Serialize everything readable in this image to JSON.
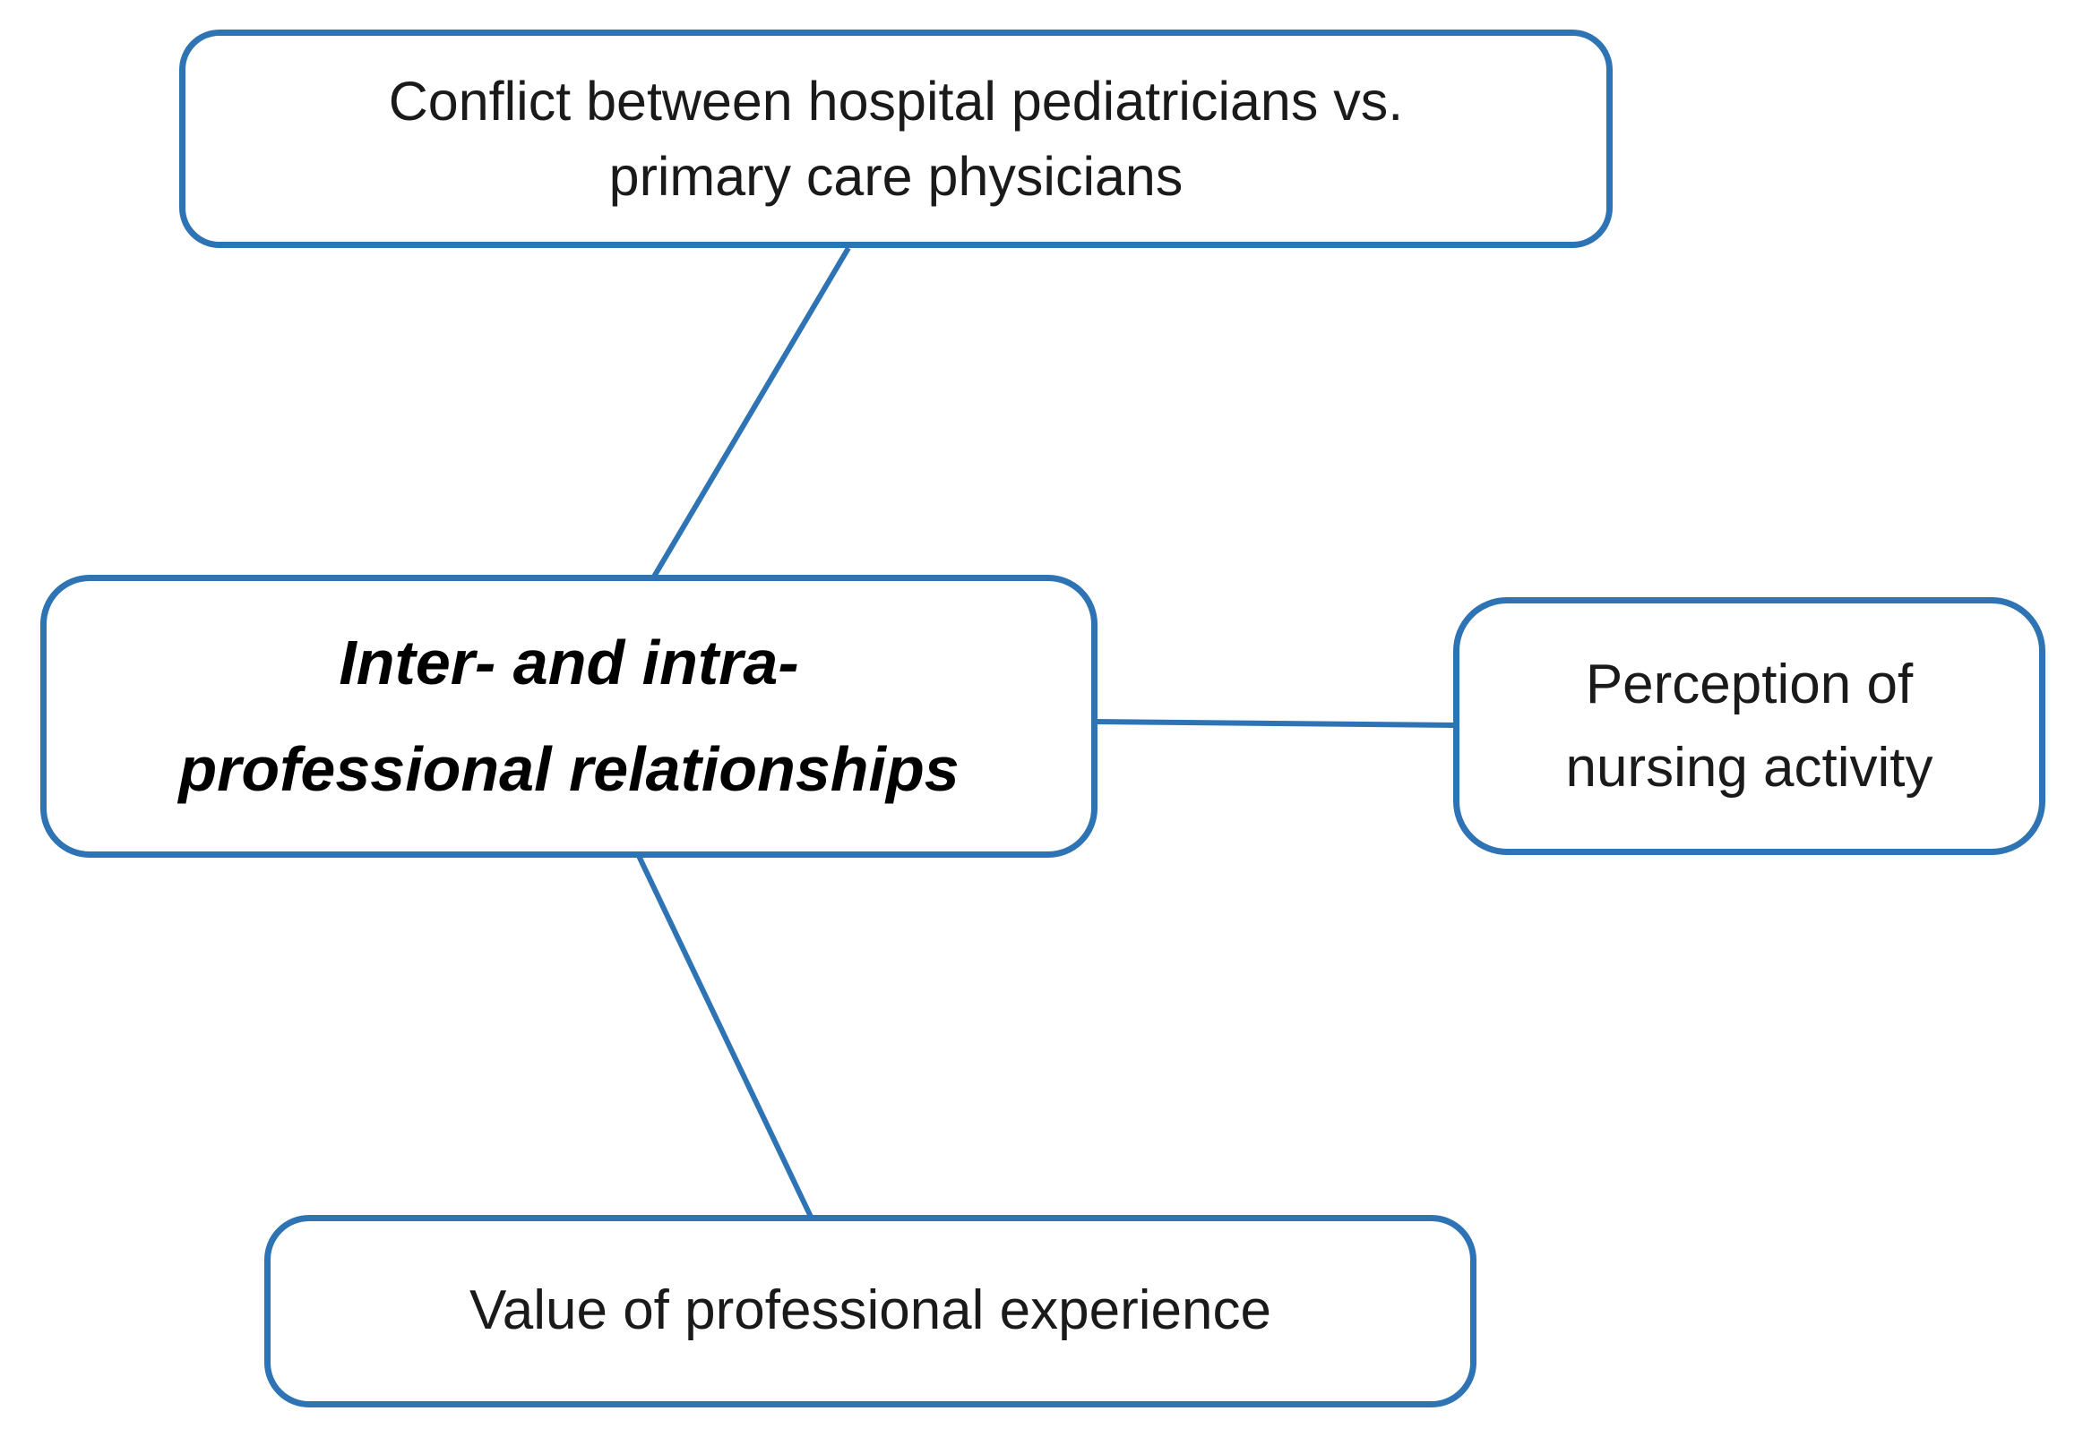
{
  "diagram": {
    "colors": {
      "border": "#2E74B5",
      "connector": "#2E74B5",
      "text": "#1A1A1A",
      "background": "#FFFFFF"
    },
    "nodes": {
      "top": {
        "id": "conflict-hospital-pediatricians-vs-primary-care",
        "lines": [
          "Conflict between hospital pediatricians vs.",
          "primary care physicians"
        ]
      },
      "center": {
        "id": "inter-and-intra-professional-relationships",
        "emphasis": "bold-italic",
        "lines": [
          "Inter- and intra-",
          "professional relationships"
        ]
      },
      "right": {
        "id": "perception-of-nursing-activity",
        "lines": [
          "Perception of",
          "nursing activity"
        ]
      },
      "bottom": {
        "id": "value-of-professional-experience",
        "lines": [
          "Value of professional experience"
        ]
      }
    },
    "edges": [
      {
        "from": "inter-and-intra-professional-relationships",
        "to": "conflict-hospital-pediatricians-vs-primary-care"
      },
      {
        "from": "inter-and-intra-professional-relationships",
        "to": "perception-of-nursing-activity"
      },
      {
        "from": "inter-and-intra-professional-relationships",
        "to": "value-of-professional-experience"
      }
    ]
  }
}
